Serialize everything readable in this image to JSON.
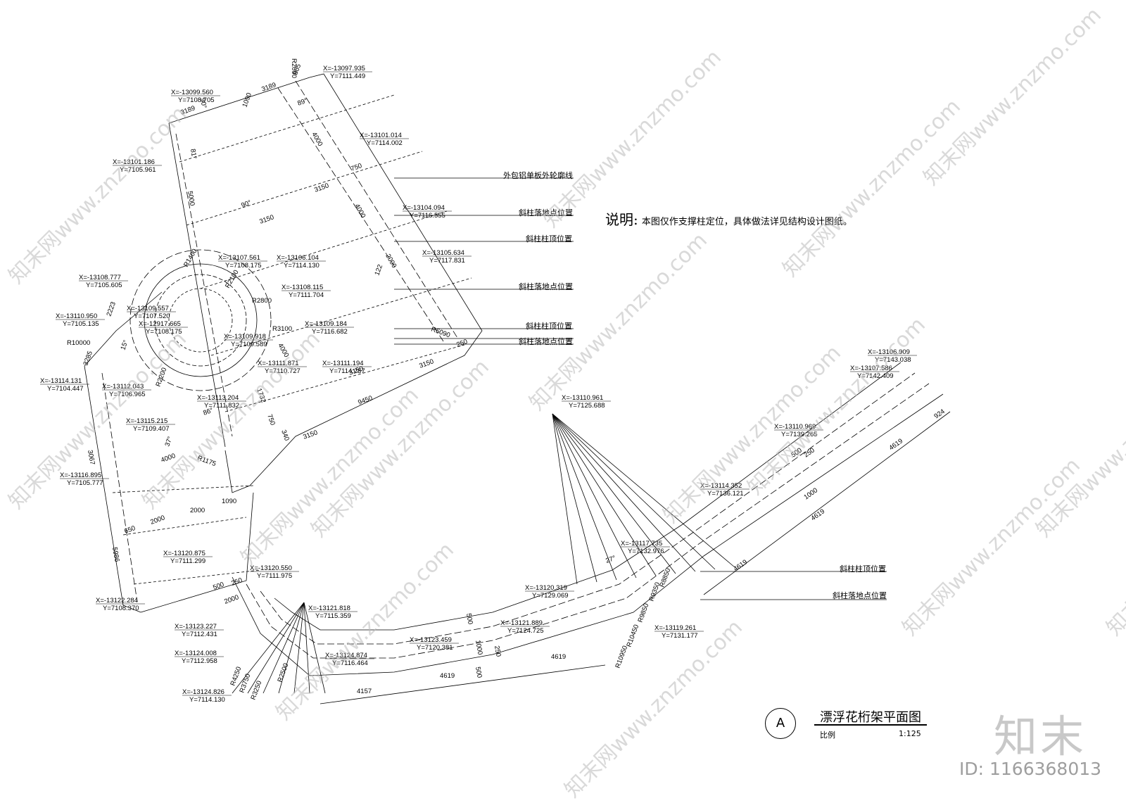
{
  "note": {
    "lead": "说明:",
    "body": "本图仅作支撑柱定位，具体做法详见结构设计图纸。"
  },
  "title_block": {
    "symbol": "A",
    "title": "漂浮花桁架平面图",
    "scale_label": "比例",
    "scale": "1:125"
  },
  "brand": {
    "logo": "知末",
    "id": "ID: 1166368013"
  },
  "watermark": "知末网www.znzmo.com",
  "callouts": [
    "外包铝单板外轮廓线",
    "斜柱落地点位置",
    "斜柱柱顶位置",
    "斜柱落地点位置",
    "斜柱柱顶位置",
    "斜柱落地点位置",
    "斜柱柱顶位置",
    "斜柱落地点位置"
  ],
  "coordinates": [
    [
      "X=-13097.935",
      "Y=7111.449"
    ],
    [
      "X=-13099.560",
      "Y=7108.705"
    ],
    [
      "X=-13101.014",
      "Y=7114.002"
    ],
    [
      "X=-13101.186",
      "Y=7105.961"
    ],
    [
      "X=-13104.094",
      "Y=7116.555"
    ],
    [
      "X=-13105.634",
      "Y=7117.831"
    ],
    [
      "X=-13107.561",
      "Y=7108.175"
    ],
    [
      "X=-13106.104",
      "Y=7114.130"
    ],
    [
      "X=-13108.777",
      "Y=7105.605"
    ],
    [
      "X=-13108.115",
      "Y=7111.704"
    ],
    [
      "X=-13109.557",
      "Y=7107.520"
    ],
    [
      "X=-13110.950",
      "Y=7105.135"
    ],
    [
      "X=-12917.665",
      "Y=7108.175"
    ],
    [
      "X=-13109.184",
      "Y=7116.682"
    ],
    [
      "X=-13109.918",
      "Y=7109.589"
    ],
    [
      "X=-13111.871",
      "Y=7110.727"
    ],
    [
      "X=-13111.194",
      "Y=7114.257"
    ],
    [
      "X=-13114.131",
      "Y=7104.447"
    ],
    [
      "X=-13112.043",
      "Y=7106.965"
    ],
    [
      "X=-13113.204",
      "Y=7111.832"
    ],
    [
      "X=-13115.215",
      "Y=7109.407"
    ],
    [
      "X=-13116.895",
      "Y=7105.777"
    ],
    [
      "X=-13120.875",
      "Y=7111.299"
    ],
    [
      "X=-13120.550",
      "Y=7111.975"
    ],
    [
      "X=-13122.284",
      "Y=7108.370"
    ],
    [
      "X=-13121.818",
      "Y=7115.359"
    ],
    [
      "X=-13123.227",
      "Y=7112.431"
    ],
    [
      "X=-13124.008",
      "Y=7112.958"
    ],
    [
      "X=-13124.826",
      "Y=7114.130"
    ],
    [
      "X=-13123.459",
      "Y=7120.381"
    ],
    [
      "X=-13124.874",
      "Y=7116.464"
    ],
    [
      "X=-13120.319",
      "Y=7129.069"
    ],
    [
      "X=-13121.889",
      "Y=7124.725"
    ],
    [
      "X=-13110.961",
      "Y=7125.688"
    ],
    [
      "X=-13117.735",
      "Y=7132.976"
    ],
    [
      "X=-13119.261",
      "Y=7131.177"
    ],
    [
      "X=-13114.352",
      "Y=7136.121"
    ],
    [
      "X=-13110.969",
      "Y=7139.265"
    ],
    [
      "X=-13106.909",
      "Y=7143.038"
    ],
    [
      "X=-13107.586",
      "Y=7142.409"
    ]
  ],
  "dimensions": [
    "3189",
    "3189",
    "1090",
    "805",
    "4000",
    "5000",
    "3150",
    "3150",
    "4000",
    "750",
    "2000",
    "122",
    "R5090",
    "R1400",
    "R2100",
    "R2800",
    "R3100",
    "4000",
    "1732",
    "750",
    "340",
    "3150",
    "9450",
    "3150",
    "3150",
    "250",
    "R10000",
    "3285",
    "2223",
    "R2200",
    "3067",
    "4000",
    "R1175",
    "2000",
    "1090",
    "650",
    "2000",
    "5986",
    "500",
    "250",
    "2000",
    "R4250",
    "R3750",
    "R3250",
    "R2500",
    "500",
    "1000",
    "500",
    "250",
    "4619",
    "4619",
    "4157",
    "R8850",
    "R9350",
    "R9850",
    "R10450",
    "R10950",
    "4619",
    "4619",
    "4619",
    "924",
    "250",
    "500",
    "1000",
    "90°",
    "89°",
    "81°",
    "90°",
    "86°",
    "27°",
    "15°",
    "37°",
    "R2090"
  ]
}
